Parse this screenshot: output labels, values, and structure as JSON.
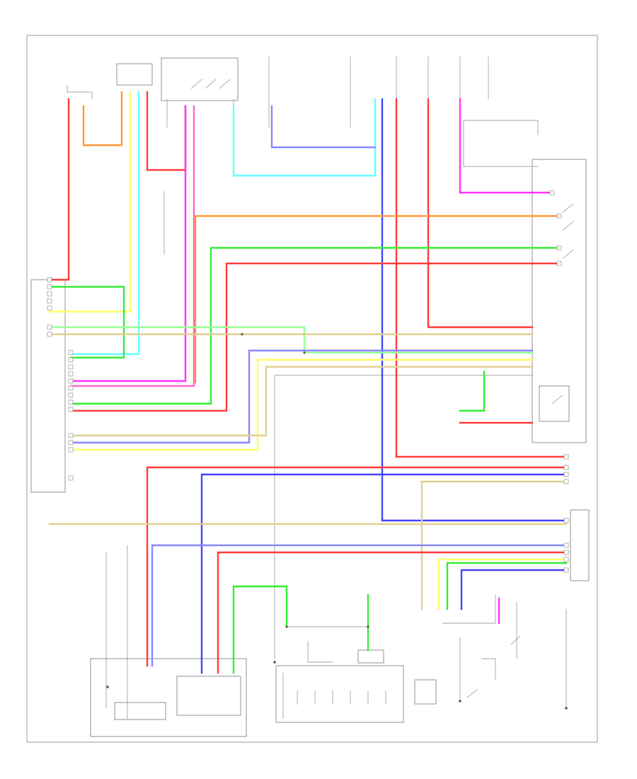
{
  "frame": {
    "border_color": "#999999"
  },
  "wire_colors": {
    "red": "#ff3b3b",
    "orange": "#ff9933",
    "yellow": "#ffff66",
    "green": "#33ee33",
    "light_green": "#99ff99",
    "cyan": "#66ffff",
    "blue": "#4444ff",
    "violet": "#8888ff",
    "magenta": "#ff33ff",
    "pink": "#ff66cc",
    "tan": "#e0d090",
    "gray": "#aaaaaa"
  },
  "wires": [
    {
      "id": "w1",
      "color": "red"
    },
    {
      "id": "w2",
      "color": "orange"
    },
    {
      "id": "w3",
      "color": "yellow"
    },
    {
      "id": "w4",
      "color": "cyan"
    },
    {
      "id": "w5",
      "color": "red"
    },
    {
      "id": "w6",
      "color": "magenta"
    },
    {
      "id": "w7",
      "color": "pink"
    },
    {
      "id": "w8",
      "color": "cyan"
    },
    {
      "id": "w9",
      "color": "violet"
    },
    {
      "id": "w10",
      "color": "blue"
    },
    {
      "id": "w11",
      "color": "red"
    },
    {
      "id": "w12",
      "color": "red"
    },
    {
      "id": "w13",
      "color": "magenta"
    },
    {
      "id": "w14",
      "color": "orange"
    },
    {
      "id": "w15",
      "color": "green"
    },
    {
      "id": "w16",
      "color": "red"
    },
    {
      "id": "w17",
      "color": "green"
    },
    {
      "id": "w18",
      "color": "light_green"
    },
    {
      "id": "w19",
      "color": "tan"
    },
    {
      "id": "w20",
      "color": "violet"
    },
    {
      "id": "w21",
      "color": "yellow"
    },
    {
      "id": "w22",
      "color": "tan"
    },
    {
      "id": "w23",
      "color": "red"
    },
    {
      "id": "w24",
      "color": "blue"
    },
    {
      "id": "w25",
      "color": "tan"
    },
    {
      "id": "w26",
      "color": "violet"
    },
    {
      "id": "w27",
      "color": "red"
    },
    {
      "id": "w28",
      "color": "yellow"
    },
    {
      "id": "w29",
      "color": "green"
    },
    {
      "id": "w30",
      "color": "blue"
    },
    {
      "id": "w31",
      "color": "green"
    },
    {
      "id": "w32",
      "color": "magenta"
    },
    {
      "id": "w33",
      "color": "tan"
    }
  ]
}
